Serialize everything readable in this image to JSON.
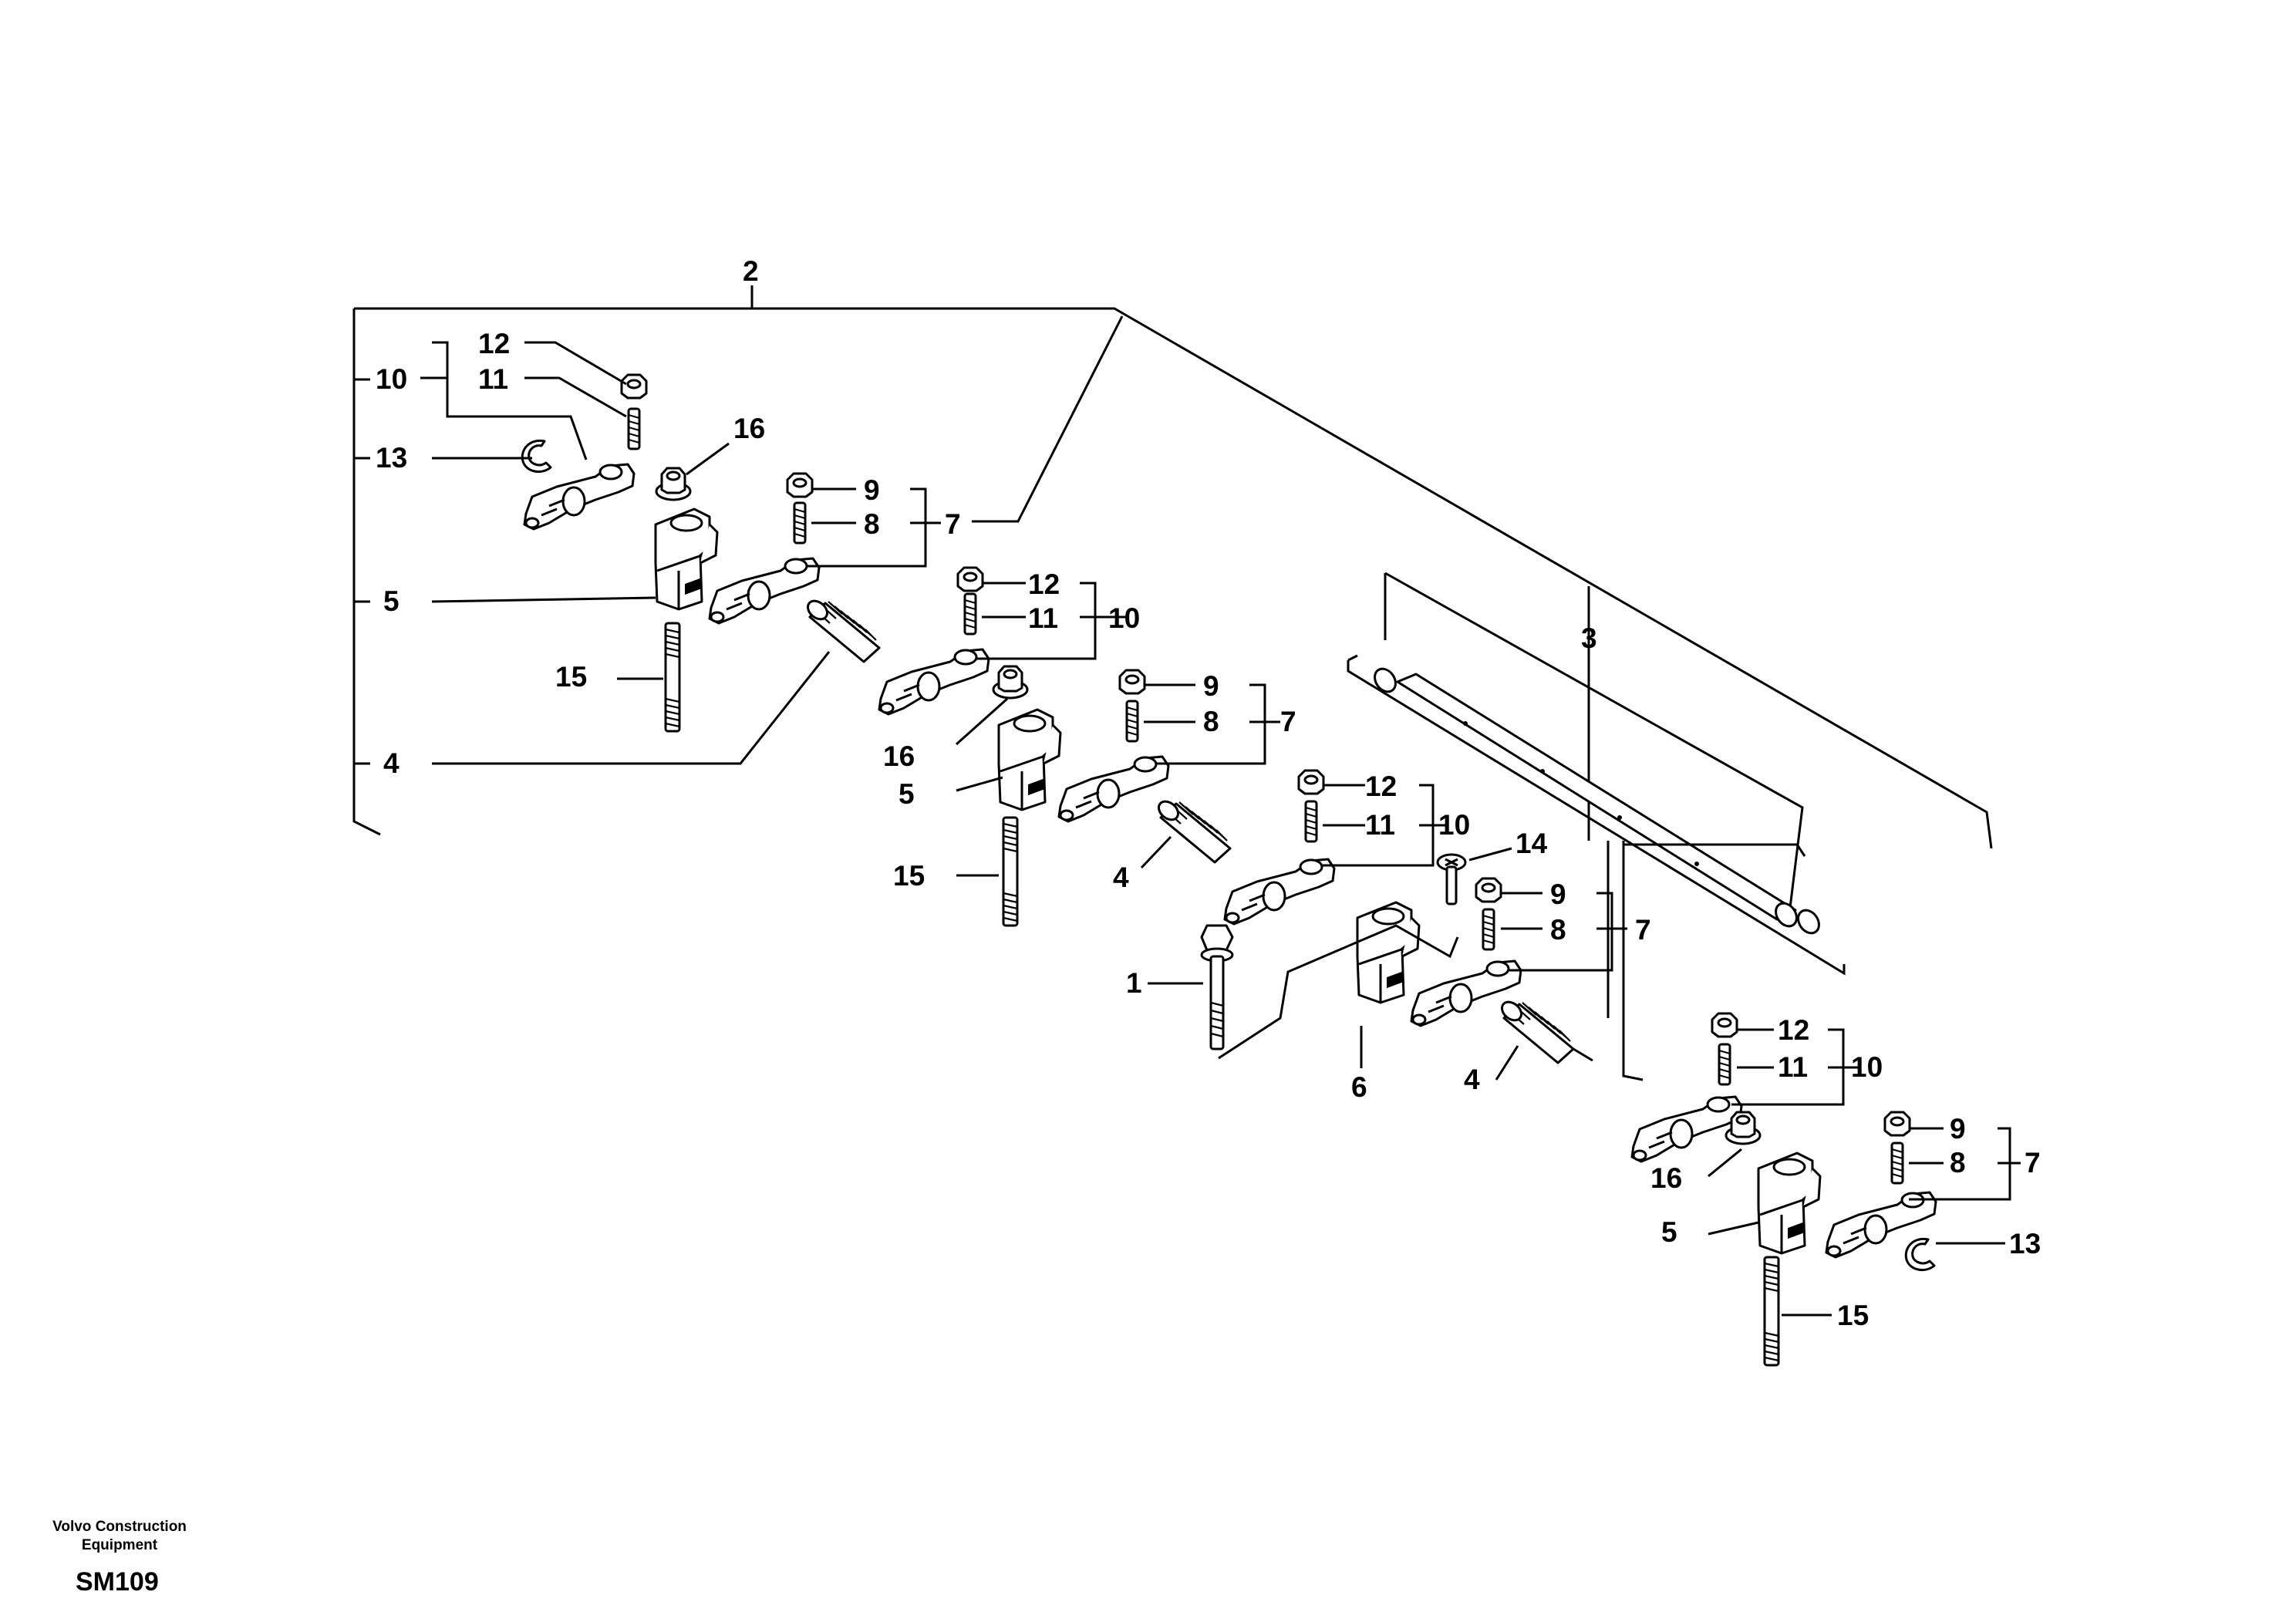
{
  "labels": {
    "n1": "1",
    "n2": "2",
    "n3": "3",
    "n4": "4",
    "n5": "5",
    "n6": "6",
    "n7": "7",
    "n8": "8",
    "n9": "9",
    "n10": "10",
    "n11": "11",
    "n12": "12",
    "n13": "13",
    "n14": "14",
    "n15": "15",
    "n16": "16"
  },
  "footer": {
    "company_line1": "Volvo Construction",
    "company_line2": "Equipment",
    "code": "SM109"
  }
}
